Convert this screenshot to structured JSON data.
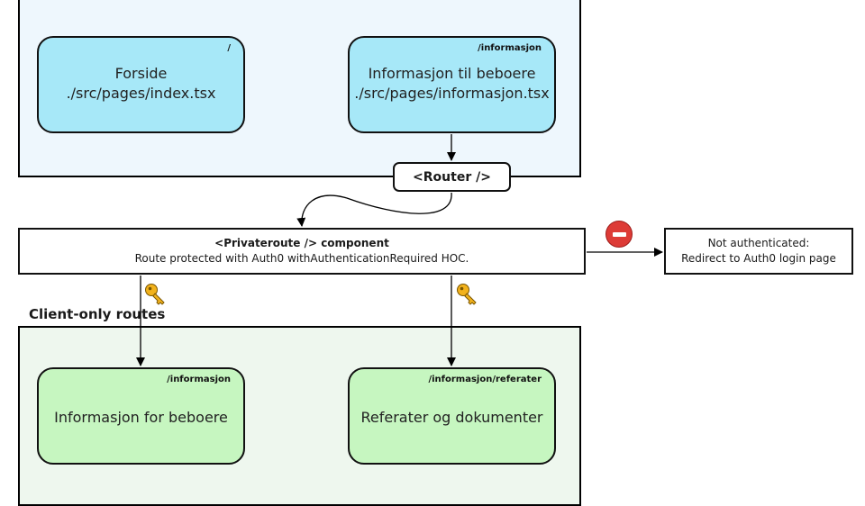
{
  "static_group": {
    "pages": [
      {
        "route": "/",
        "line1": "Forside",
        "line2": "./src/pages/index.tsx"
      },
      {
        "route": "/informasjon",
        "line1": "Informasjon til beboere",
        "line2": "./src/pages/informasjon.tsx"
      }
    ]
  },
  "router": {
    "label": "<Router />"
  },
  "private_route": {
    "title": "<Privateroute /> component",
    "description": "Route protected with Auth0 withAuthenticationRequired HOC."
  },
  "not_authenticated": {
    "line1": "Not authenticated:",
    "line2": "Redirect to Auth0 login page"
  },
  "client_group": {
    "title": "Client-only routes",
    "pages": [
      {
        "route": "/informasjon",
        "label": "Informasjon for beboere"
      },
      {
        "route": "/informasjon/referater",
        "label": "Referater og dokumenter"
      }
    ]
  },
  "colors": {
    "static_group_bg": "#eef7fd",
    "client_group_bg": "#eef7ee",
    "static_node": "#a7e8f8",
    "client_node": "#c6f6c0",
    "stop_icon": "#dd3b36",
    "key_icon": "#f2b21c"
  },
  "icons": [
    "key-icon",
    "no-entry-icon"
  ]
}
